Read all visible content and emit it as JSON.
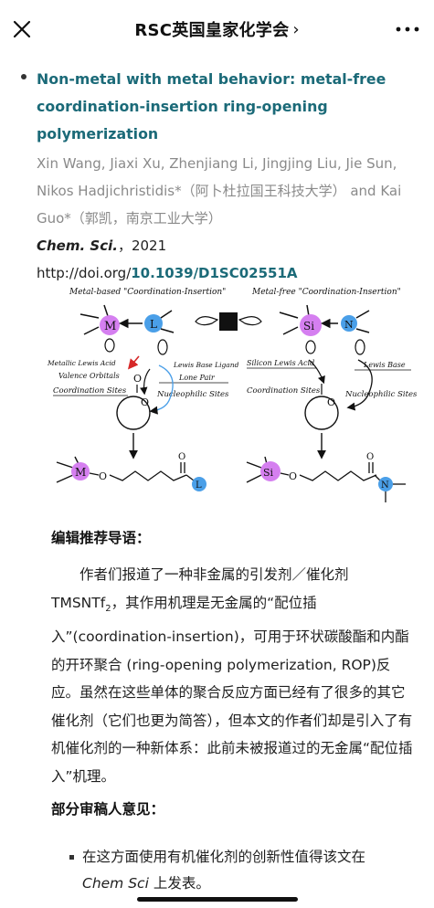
{
  "header": {
    "title": "RSC英国皇家化学会",
    "chevron": "›",
    "close_icon": "close-icon",
    "more_icon": "more-icon"
  },
  "article": {
    "title": "Non-metal with metal behavior: metal-free coordination-insertion ring-opening polymerization",
    "authors": "Xin Wang, Jiaxi Xu, Zhenjiang Li, Jingjing Liu, Jie Sun, Nikos Hadjichristidis*（阿卜杜拉国王科技大学） and Kai Guo*（郭凯，南京工业大学）",
    "journal": "Chem. Sci.",
    "journal_sep": "，",
    "year": "2021",
    "doi_prefix": "http://doi.org/",
    "doi_link": "10.1039/D1SC02551A"
  },
  "scheme": {
    "left_heading": "Metal-based \"Coordination-Insertion\"",
    "right_heading": "Metal-free \"Coordination-Insertion\"",
    "metal_symbol": "M",
    "ligand_symbol": "L",
    "silicon_symbol": "Si",
    "nitrogen_symbol": "N",
    "oxygen_symbol": "O",
    "left_labels": [
      "Metallic Lewis Acid",
      "Valence Orbitals",
      "Coordination Sites",
      "Lewis Base Ligand",
      "Lone Pair",
      "Nucleophilic Sites"
    ],
    "right_labels": [
      "Silicon Lewis Acid",
      "Coordination Sites",
      "Lewis Base",
      "Nucleophilic Sites"
    ],
    "colors": {
      "metal": "#d57ff0",
      "ligand": "#4a9fe8",
      "arrow_red": "#d62828"
    }
  },
  "editor": {
    "heading": "编辑推荐导语：",
    "para_before_sub": "作者们报道了一种非金属的引发剂／催化剂 TMSNTf",
    "sub": "2",
    "para_after_sub": "，其作用机理是无金属的“配位插入”(coordination-insertion)，可用于环状碳酸酯和内酯的开环聚合 (ring-opening polymerization, ROP)反应。虽然在这些单体的聚合反应方面已经有了很多的其它催化剂（它们也更为简答），但本文的作者们却是引入了有机催化剂的一种新体系：此前未被报道过的无金属“配位插入”机理。"
  },
  "reviewers": {
    "heading": "部分审稿人意见：",
    "item_text": "在这方面使用有机催化剂的创新性值得该文在",
    "item_italic": "Chem Sci",
    "item_tail": " 上发表。"
  }
}
